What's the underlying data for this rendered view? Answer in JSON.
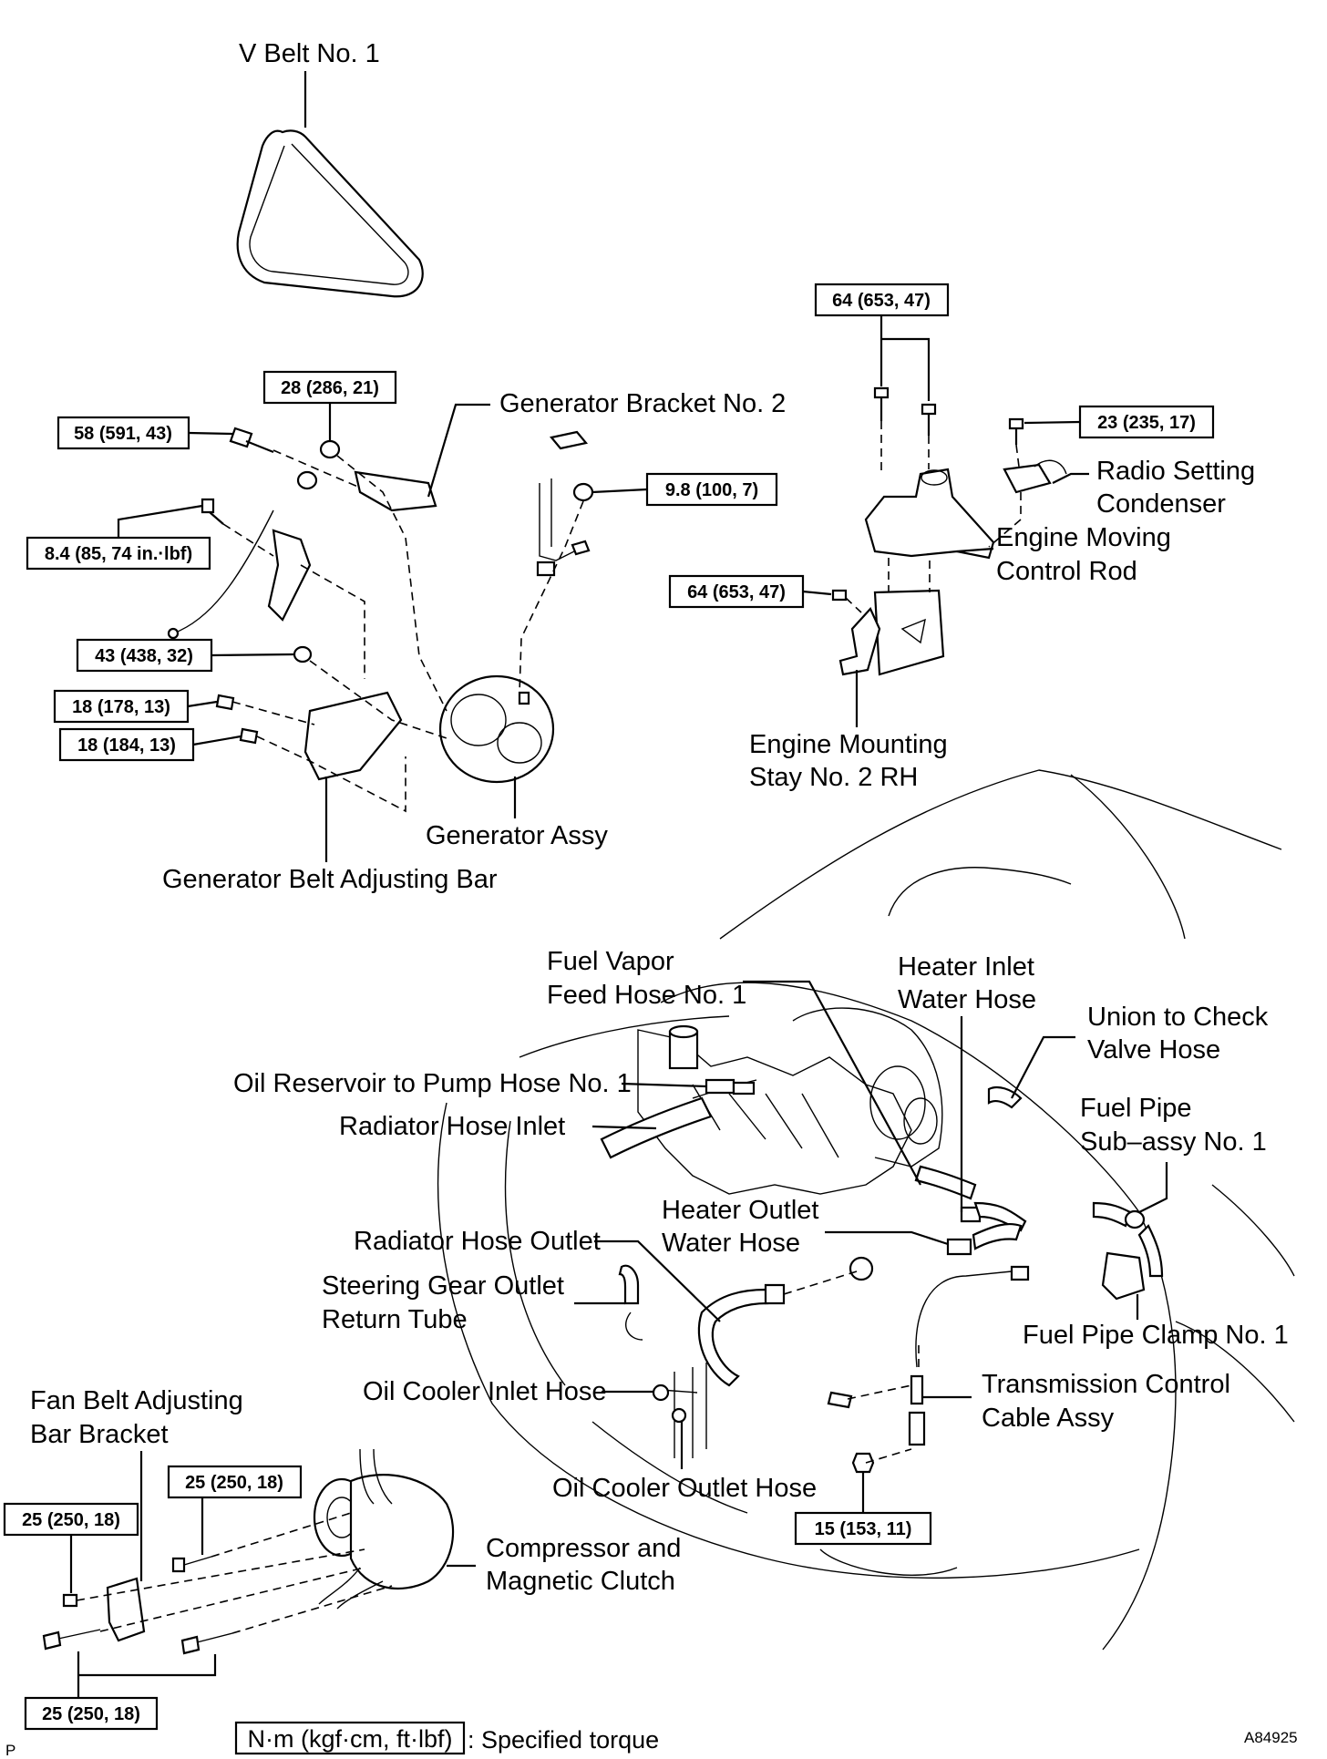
{
  "labels": {
    "v_belt": "V Belt No. 1",
    "generator_bracket": "Generator Bracket No. 2",
    "generator_assy": "Generator Assy",
    "belt_adjusting_bar": "Generator Belt Adjusting Bar",
    "radio_condenser_1": "Radio Setting",
    "radio_condenser_2": "Condenser",
    "engine_rod_1": "Engine Moving",
    "engine_rod_2": "Control Rod",
    "mount_stay_1": "Engine Mounting",
    "mount_stay_2": "Stay No. 2 RH",
    "fuel_vapor_1": "Fuel Vapor",
    "fuel_vapor_2": "Feed Hose No. 1",
    "heater_inlet_1": "Heater Inlet",
    "heater_inlet_2": "Water Hose",
    "union_check_1": "Union to Check",
    "union_check_2": "Valve Hose",
    "fuel_pipe_1": "Fuel Pipe",
    "fuel_pipe_2": "Sub–assy No. 1",
    "oil_reservoir": "Oil Reservoir to Pump Hose No. 1",
    "radiator_inlet": "Radiator Hose Inlet",
    "heater_outlet_1": "Heater Outlet",
    "heater_outlet_2": "Water Hose",
    "radiator_outlet": "Radiator Hose Outlet",
    "steering_1": "Steering Gear Outlet",
    "steering_2": "Return Tube",
    "fuel_clamp": "Fuel Pipe Clamp No. 1",
    "oil_cooler_inlet": "Oil Cooler Inlet Hose",
    "trans_cable_1": "Transmission Control",
    "trans_cable_2": "Cable Assy",
    "fan_bracket_1": "Fan Belt Adjusting",
    "fan_bracket_2": "Bar Bracket",
    "oil_cooler_outlet": "Oil Cooler Outlet Hose",
    "compressor_1": "Compressor and",
    "compressor_2": "Magnetic Clutch"
  },
  "torques": {
    "t_58": "58 (591, 43)",
    "t_28": "28 (286, 21)",
    "t_84": "8.4 (85, 74 in.·lbf)",
    "t_98": "9.8 (100, 7)",
    "t_43": "43 (438, 32)",
    "t_18a": "18 (178, 13)",
    "t_18b": "18 (184, 13)",
    "t_64a": "64 (653, 47)",
    "t_23": "23 (235, 17)",
    "t_64b": "64 (653, 47)",
    "t_25a": "25 (250, 18)",
    "t_25b": "25 (250, 18)",
    "t_25c": "25 (250, 18)",
    "t_15": "15 (153, 11)"
  },
  "legend": {
    "unit": "N·m (kgf·cm, ft·lbf)",
    "text": ": Specified torque"
  },
  "corner": {
    "left": "P",
    "right": "A84925"
  }
}
